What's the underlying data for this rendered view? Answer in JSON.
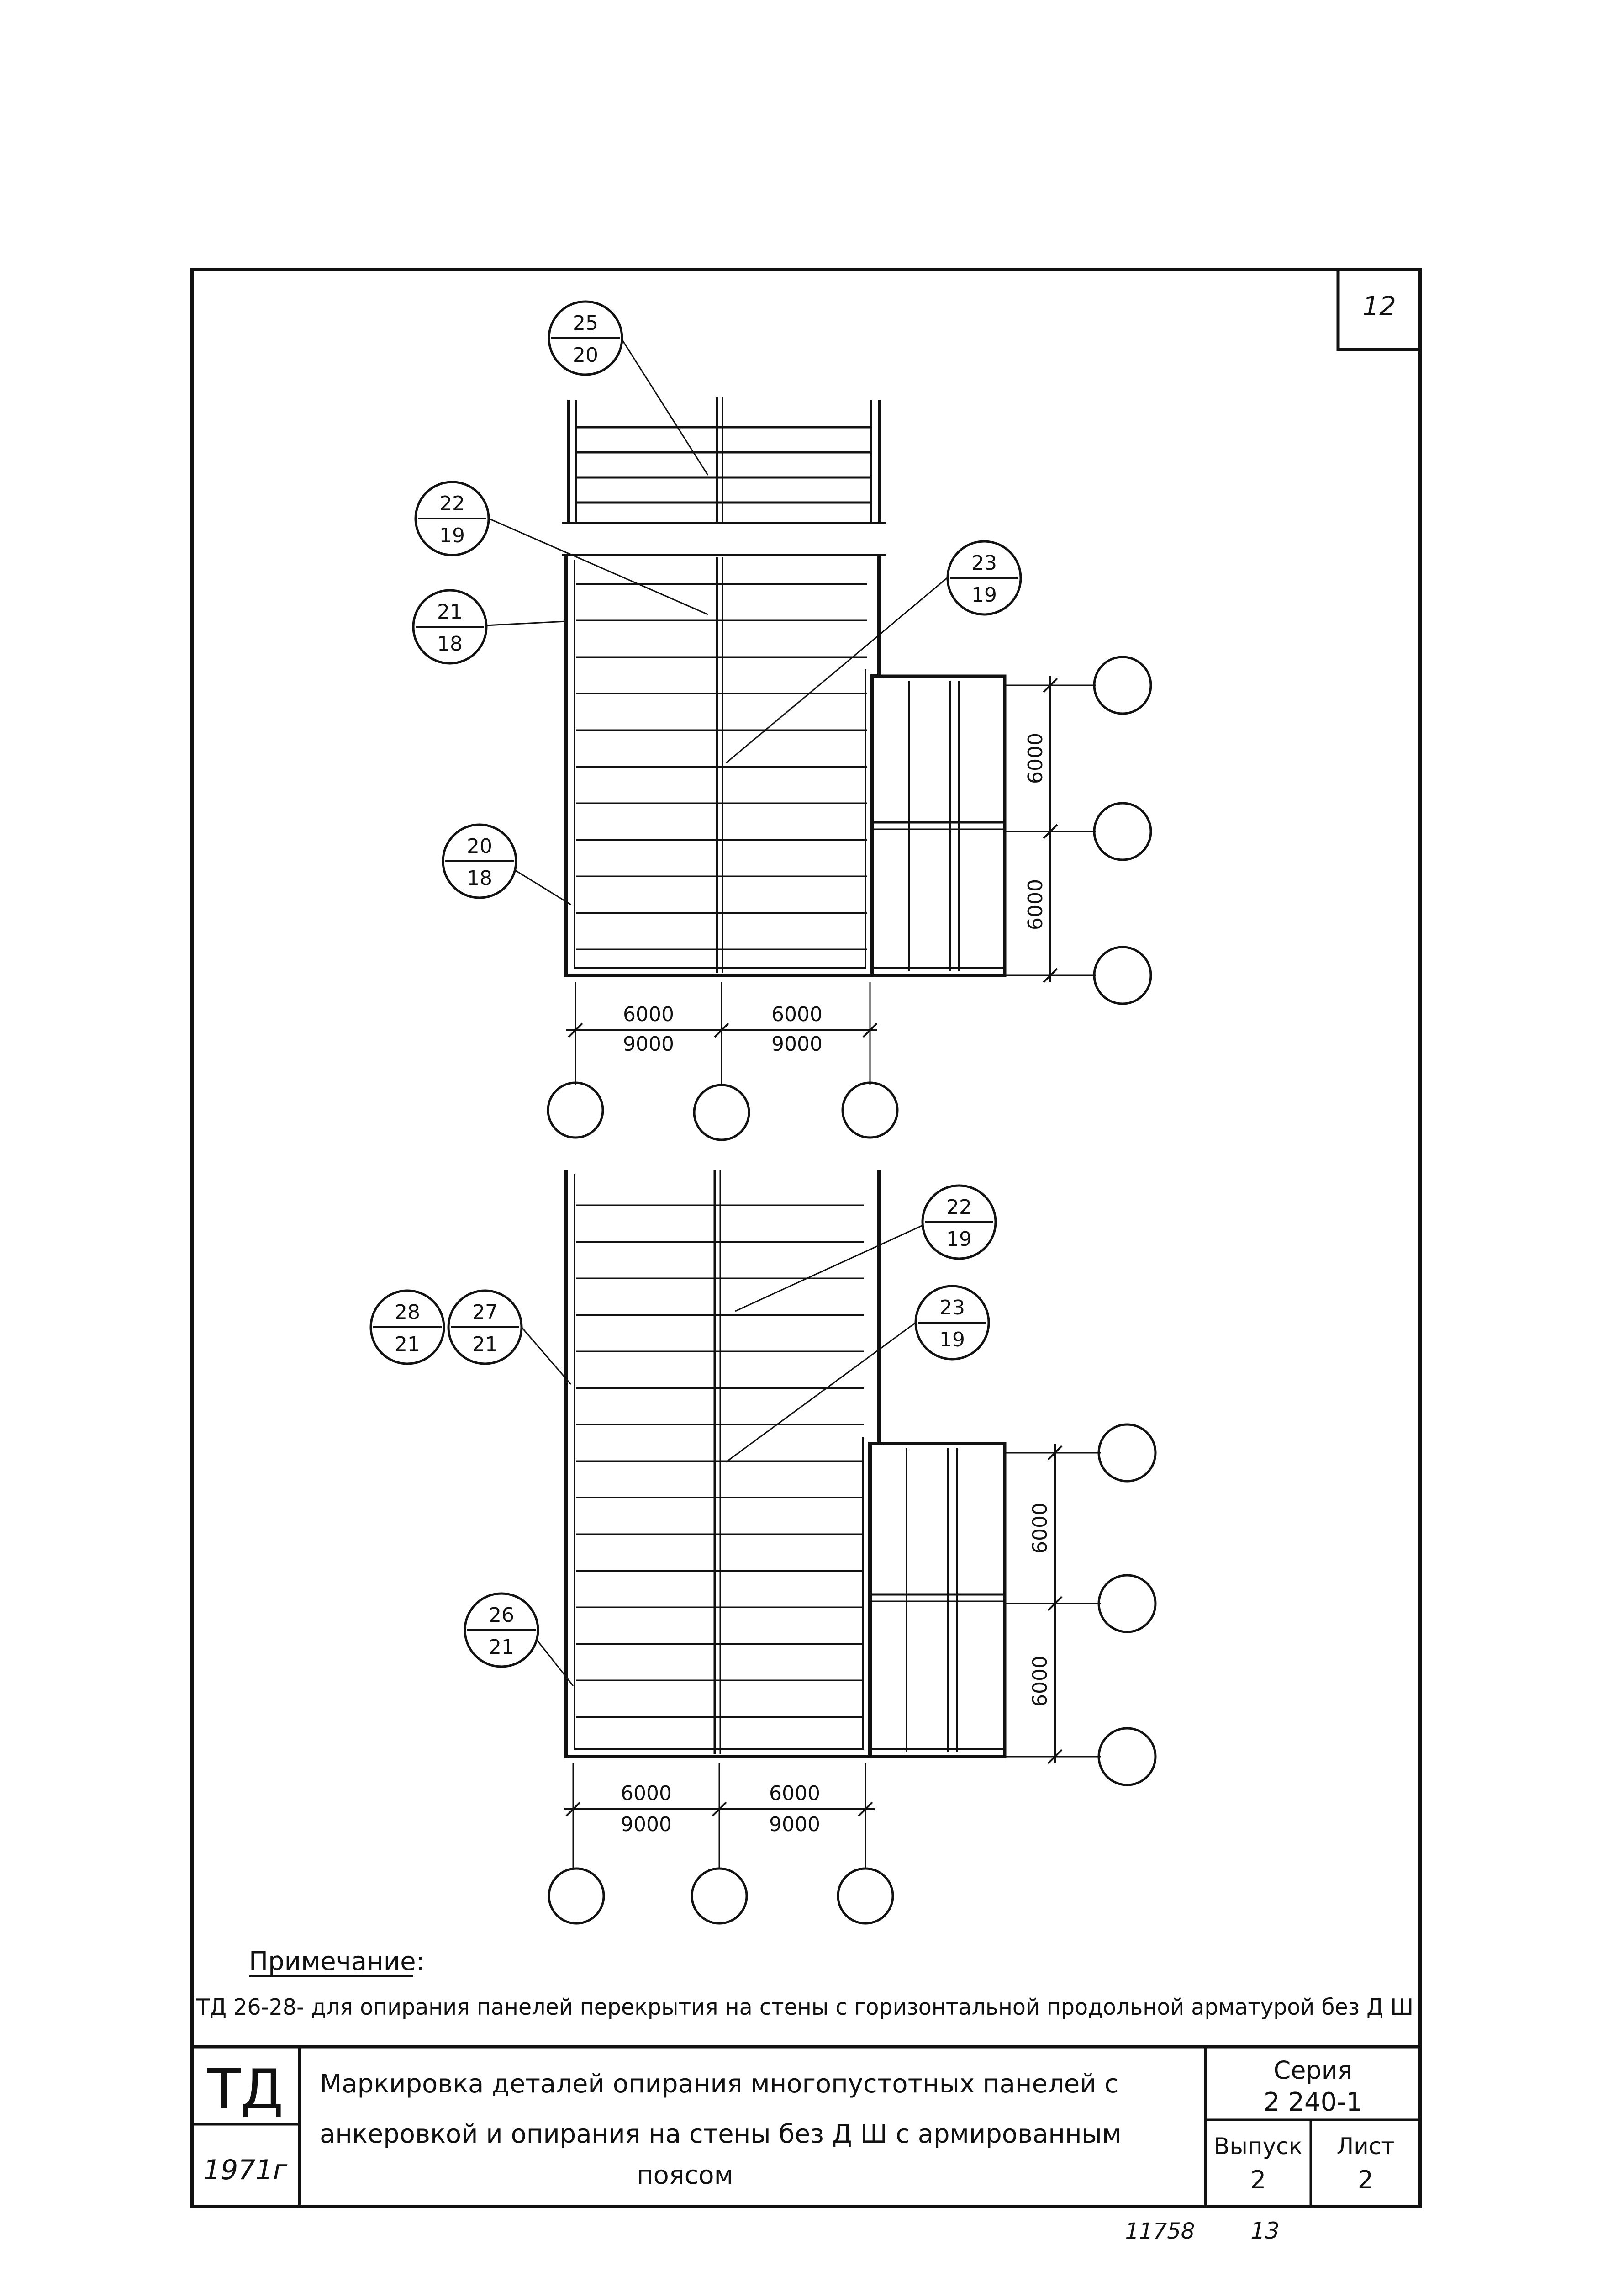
{
  "sheet": {
    "number": "12"
  },
  "plan_top": {
    "callouts": [
      {
        "top": "25",
        "bottom": "20"
      },
      {
        "top": "22",
        "bottom": "19"
      },
      {
        "top": "21",
        "bottom": "18"
      },
      {
        "top": "23",
        "bottom": "19"
      },
      {
        "top": "20",
        "bottom": "18"
      }
    ],
    "dim_h": [
      {
        "top": "6000",
        "bottom": "9000"
      },
      {
        "top": "6000",
        "bottom": "9000"
      }
    ],
    "dim_v": [
      "6000",
      "6000"
    ]
  },
  "plan_bottom": {
    "callouts": [
      {
        "top": "22",
        "bottom": "19"
      },
      {
        "top": "23",
        "bottom": "19"
      },
      {
        "top": "28",
        "bottom": "21"
      },
      {
        "top": "27",
        "bottom": "21"
      },
      {
        "top": "26",
        "bottom": "21"
      }
    ],
    "dim_h": [
      {
        "top": "6000",
        "bottom": "9000"
      },
      {
        "top": "6000",
        "bottom": "9000"
      }
    ],
    "dim_v": [
      "6000",
      "6000"
    ]
  },
  "note": {
    "heading": "Примечание:",
    "text": "ТД 26-28- для опирания панелей перекрытия на стены с горизонтальной продольной арматурой без Д Ш"
  },
  "title_block": {
    "code": "ТД",
    "year": "1971г",
    "title_line1": "Маркировка деталей опирания многопустотных панелей с",
    "title_line2": "анкеровкой и опирания на стены без Д Ш с армированным",
    "title_line3": "поясом",
    "series_label": "Серия",
    "series_value": "2 240-1",
    "issue_label": "Выпуск",
    "issue_value": "2",
    "sheet_label": "Лист",
    "sheet_value": "2"
  },
  "footer": {
    "inventory": "11758",
    "page": "13"
  }
}
